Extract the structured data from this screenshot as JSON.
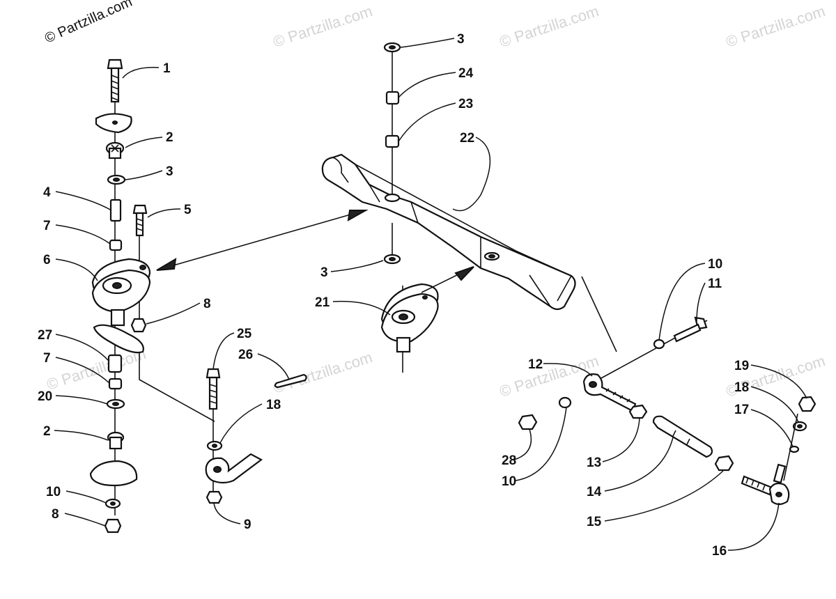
{
  "watermarks": {
    "main": "© Partzilla.com",
    "faint": "© Partzilla.com"
  },
  "callouts": {
    "c1": "1",
    "c2a": "2",
    "c3a": "3",
    "c4": "4",
    "c5": "5",
    "c6": "6",
    "c7a": "7",
    "c8a": "8",
    "c27": "27",
    "c7b": "7",
    "c20": "20",
    "c2b": "2",
    "c10a": "10",
    "c8b": "8",
    "c25": "25",
    "c26": "26",
    "c18a": "18",
    "c9": "9",
    "c3b": "3",
    "c24": "24",
    "c23": "23",
    "c22": "22",
    "c3c": "3",
    "c21": "21",
    "c10b": "10",
    "c11": "11",
    "c12": "12",
    "c19": "19",
    "c18b": "18",
    "c17": "17",
    "c28": "28",
    "c10c": "10",
    "c13": "13",
    "c14": "14",
    "c15": "15",
    "c16": "16"
  },
  "colors": {
    "ink": "#111111",
    "watermark": "#d4d4d4"
  }
}
